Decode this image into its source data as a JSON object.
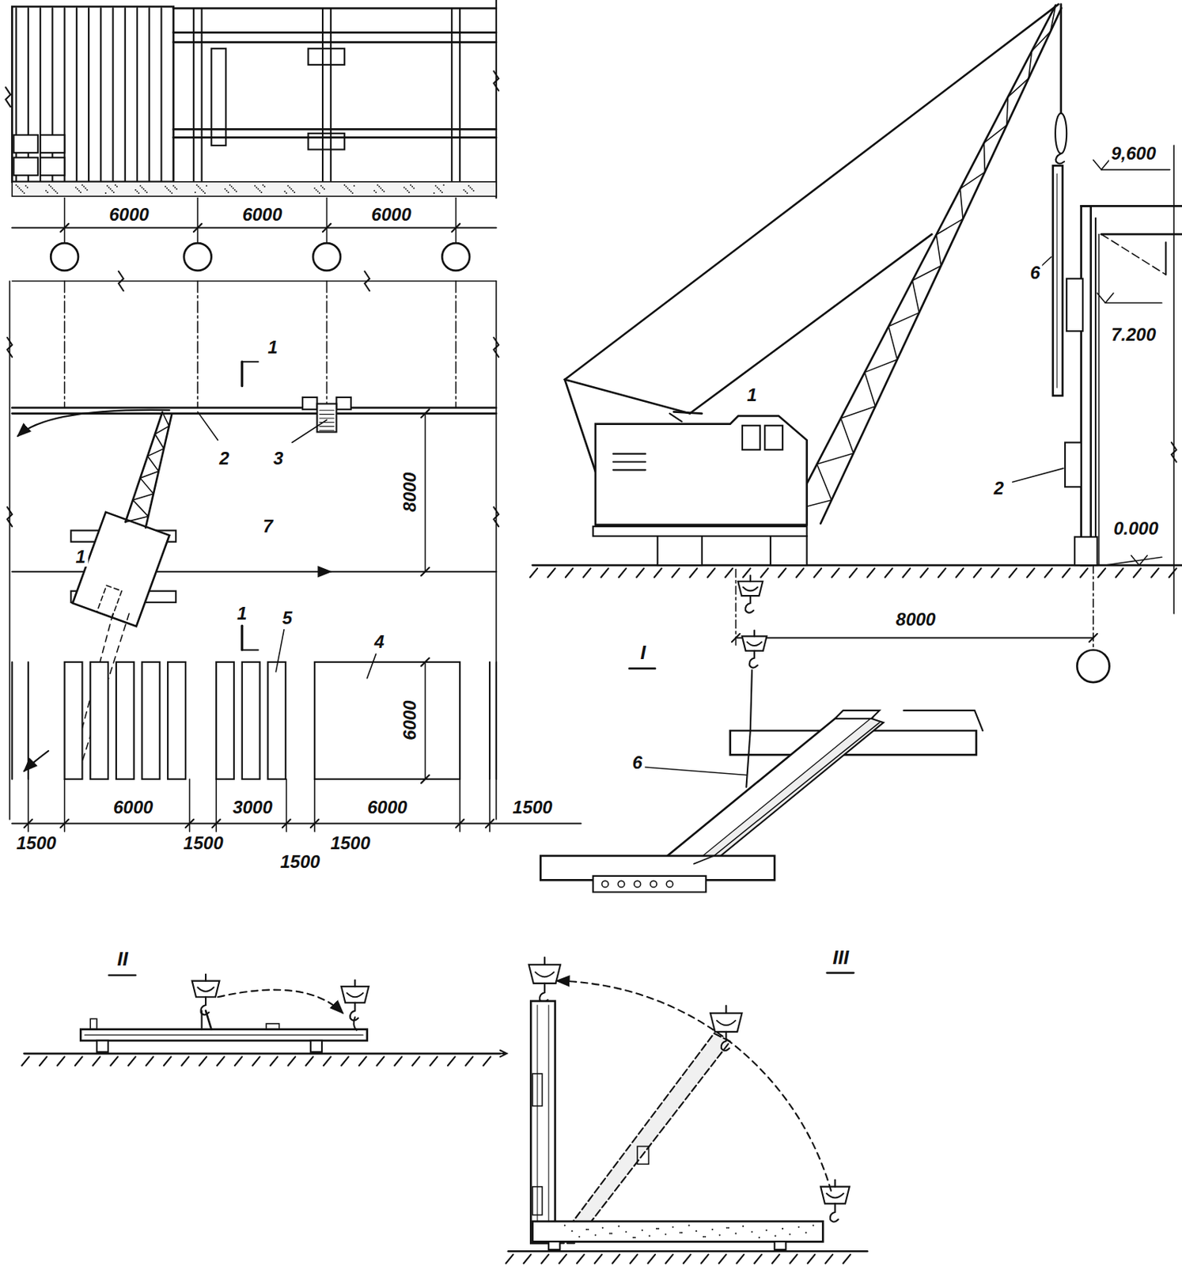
{
  "diagram": {
    "labels": [
      "6000",
      "6000",
      "6000",
      "1",
      "2",
      "3",
      "8000",
      "1",
      "7",
      "1",
      "5",
      "4",
      "6000",
      "6000",
      "3000",
      "6000",
      "1500",
      "1500",
      "1500",
      "1500",
      "1500",
      "6",
      "9,600",
      "7.200",
      "1",
      "2",
      "0.000",
      "8000",
      "I",
      "6",
      "II",
      "III"
    ]
  }
}
